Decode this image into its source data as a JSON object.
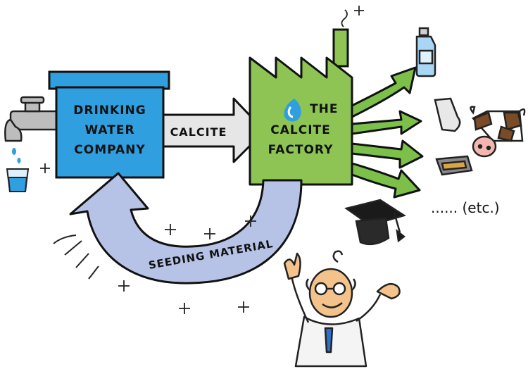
{
  "company": {
    "line1": "DRINKING",
    "line2": "WATER",
    "line3": "COMPANY",
    "color": "#2f9fe0"
  },
  "factory": {
    "line1": "THE",
    "line2": "CALCITE",
    "line3": "FACTORY",
    "color": "#8dc454"
  },
  "product_arrow": {
    "label": "CALCITE",
    "color": "#e6e6e6"
  },
  "loop_arrow": {
    "label": "SEEDING MATERIAL",
    "color": "#b7c3e6"
  },
  "output_arrows_color": "#7cc04a",
  "etc_label": "...... (etc.)",
  "icons": [
    "water-tap-icon",
    "water-glass-icon",
    "water-drop-logo-icon",
    "bottle-icon",
    "paper-roll-icon",
    "cow-icon",
    "feed-tray-icon",
    "graduation-cap-icon",
    "scientist-icon"
  ]
}
